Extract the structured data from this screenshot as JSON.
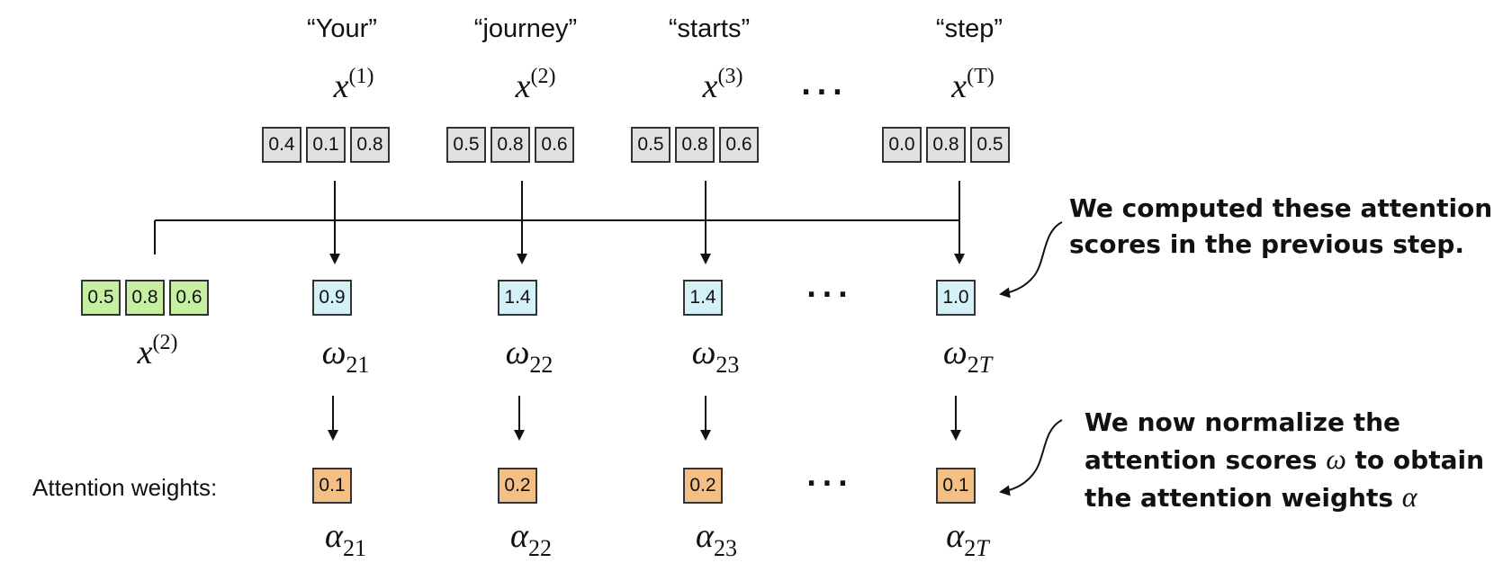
{
  "tokens": [
    {
      "word": "“Your”",
      "x_base": "x",
      "x_sup": "(1)",
      "values": [
        "0.4",
        "0.1",
        "0.8"
      ]
    },
    {
      "word": "“journey”",
      "x_base": "x",
      "x_sup": "(2)",
      "values": [
        "0.5",
        "0.8",
        "0.6"
      ]
    },
    {
      "word": "“starts”",
      "x_base": "x",
      "x_sup": "(3)",
      "values": [
        "0.5",
        "0.8",
        "0.6"
      ]
    },
    {
      "word": "“step”",
      "x_base": "x",
      "x_sup": "(T)",
      "values": [
        "0.0",
        "0.8",
        "0.5"
      ]
    }
  ],
  "ellipsis": "...",
  "query": {
    "values": [
      "0.5",
      "0.8",
      "0.6"
    ],
    "base": "x",
    "sup": "(2)"
  },
  "scores": [
    {
      "value": "0.9",
      "symbol": "ω",
      "sub": "21"
    },
    {
      "value": "1.4",
      "symbol": "ω",
      "sub": "22"
    },
    {
      "value": "1.4",
      "symbol": "ω",
      "sub": "23"
    },
    {
      "value": "1.0",
      "symbol": "ω",
      "sub": "2",
      "sub_italic": "T"
    }
  ],
  "weights_label": "Attention weights:",
  "weights": [
    {
      "value": "0.1",
      "symbol": "α",
      "sub": "21"
    },
    {
      "value": "0.2",
      "symbol": "α",
      "sub": "22"
    },
    {
      "value": "0.2",
      "symbol": "α",
      "sub": "23"
    },
    {
      "value": "0.1",
      "symbol": "α",
      "sub": "2",
      "sub_italic": "T"
    }
  ],
  "annotations": {
    "scores_note": [
      "We computed these attention",
      "scores in the previous step."
    ],
    "weights_note_1": "We now normalize the",
    "weights_note_2_a": "attention scores ",
    "weights_note_2_sym": "ω",
    "weights_note_2_b": " to obtain",
    "weights_note_3_a": "the attention weights ",
    "weights_note_3_sym": "α"
  },
  "colors": {
    "input_cell": "#dfe1e3",
    "query_cell": "#c7efa1",
    "score_cell": "#d4f1f7",
    "weight_cell": "#f3bf85"
  }
}
